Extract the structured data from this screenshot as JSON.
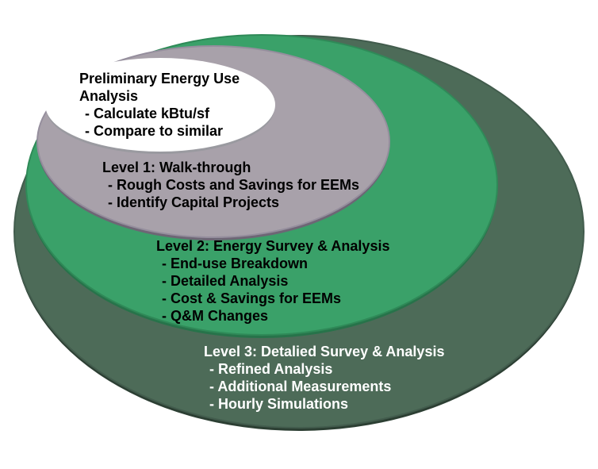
{
  "diagram": {
    "description": "Nested ellipse diagram of energy audit levels",
    "background_color": "#ffffff",
    "levels": [
      {
        "id": "preliminary",
        "title": "Preliminary Energy Use Analysis",
        "items": [
          "- Calculate kBtu/sf",
          "- Compare to similar"
        ],
        "fill": "#ffffff",
        "edge": "#9a9aa0",
        "text_color": "#000000"
      },
      {
        "id": "level-1",
        "title": "Level 1: Walk-through",
        "items": [
          "- Rough Costs and Savings for EEMs",
          "- Identify Capital Projects"
        ],
        "fill": "#a8a1aa",
        "edge": "#6d6675",
        "text_color": "#000000"
      },
      {
        "id": "level-2",
        "title": "Level 2: Energy Survey & Analysis",
        "items": [
          "- End-use Breakdown",
          "- Detailed Analysis",
          "- Cost & Savings for EEMs",
          "- Q&M Changes"
        ],
        "fill": "#3aa169",
        "edge": "#27734a",
        "text_color": "#000000"
      },
      {
        "id": "level-3",
        "title": "Level 3: Detalied Survey & Analysis",
        "items": [
          "- Refined Analysis",
          "- Additional Measurements",
          "- Hourly Simulations"
        ],
        "fill": "#4d6b58",
        "edge": "#2c3f33",
        "text_color": "#ffffff"
      }
    ]
  }
}
